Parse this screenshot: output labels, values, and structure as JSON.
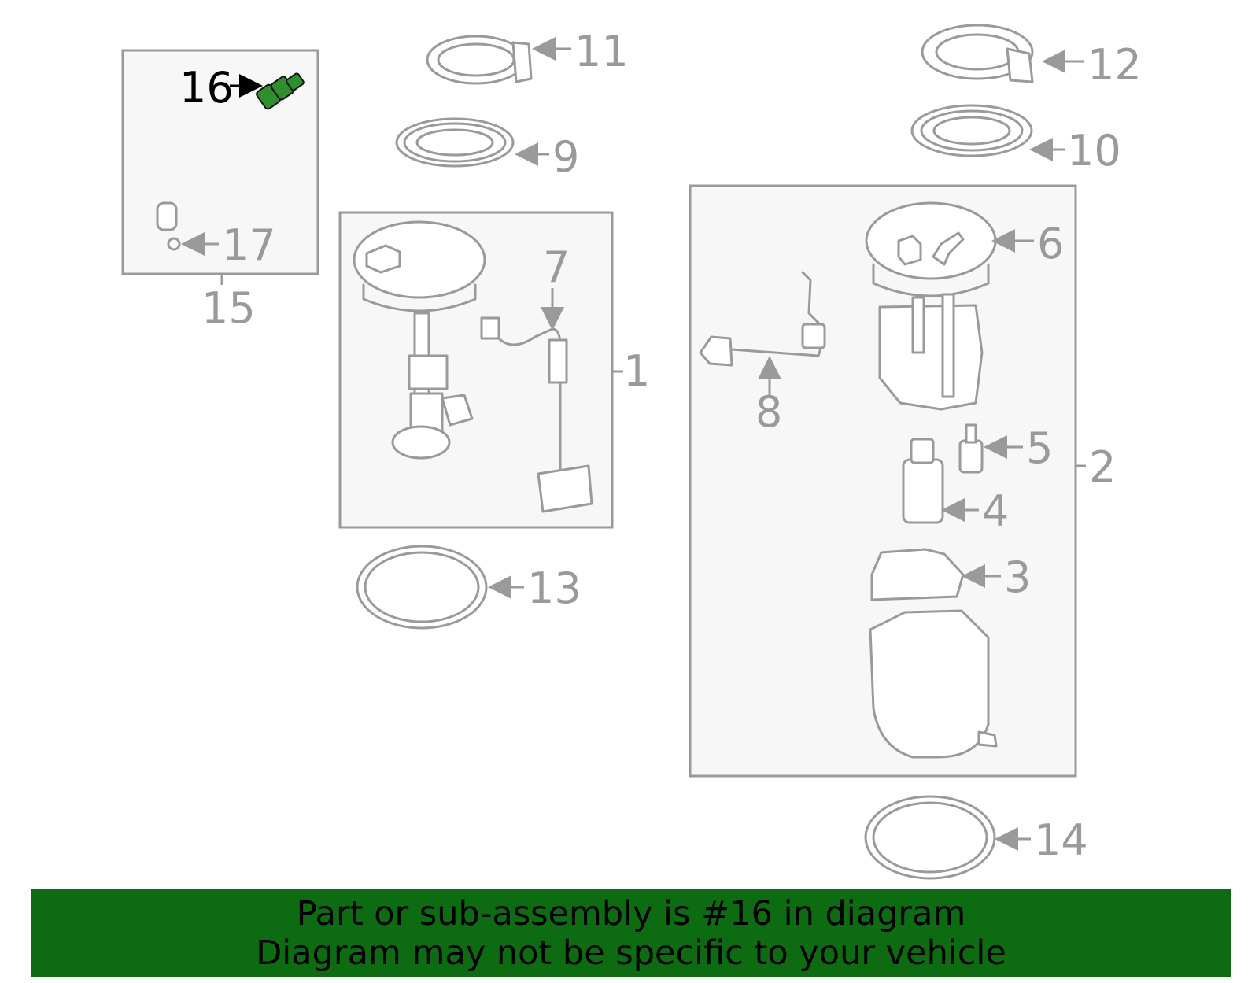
{
  "callouts": {
    "c1": "1",
    "c2": "2",
    "c3": "3",
    "c4": "4",
    "c5": "5",
    "c6": "6",
    "c7": "7",
    "c8": "8",
    "c9": "9",
    "c10": "10",
    "c11": "11",
    "c12": "12",
    "c13": "13",
    "c14": "14",
    "c15": "15",
    "c16": "16",
    "c17": "17"
  },
  "highlighted_part": "16",
  "colors": {
    "highlight": "#2f8f2f",
    "banner": "#0d6b12",
    "line": "#9a9a9a"
  },
  "banner": {
    "line1": "Part or sub-assembly is #16 in diagram",
    "line2": "Diagram may not be specific to your vehicle"
  }
}
